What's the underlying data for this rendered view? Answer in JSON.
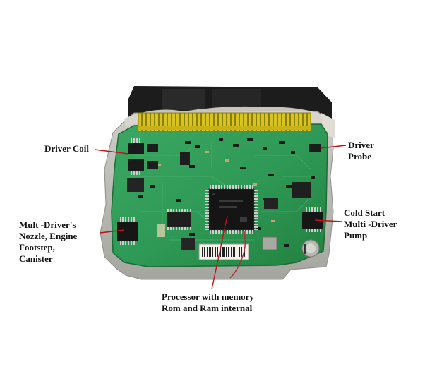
{
  "labels": {
    "driver_coil": "Driver Coil",
    "driver_probe": [
      "Driver",
      "Probe"
    ],
    "cold_start": [
      "Cold Start",
      "Multi -Driver",
      "Pump"
    ],
    "mult_driver": [
      "Mult -Driver's",
      "Nozzle, Engine",
      "Footstep,",
      "Canister"
    ],
    "processor": [
      "Processor with memory",
      "Rom and Ram internal"
    ]
  },
  "colors": {
    "pcb": "#2f9a57",
    "pcb_dark": "#1f7a42",
    "connector": "#d7c21c",
    "metal": "#b9b9b4",
    "annotation_line": "#c0101a"
  }
}
